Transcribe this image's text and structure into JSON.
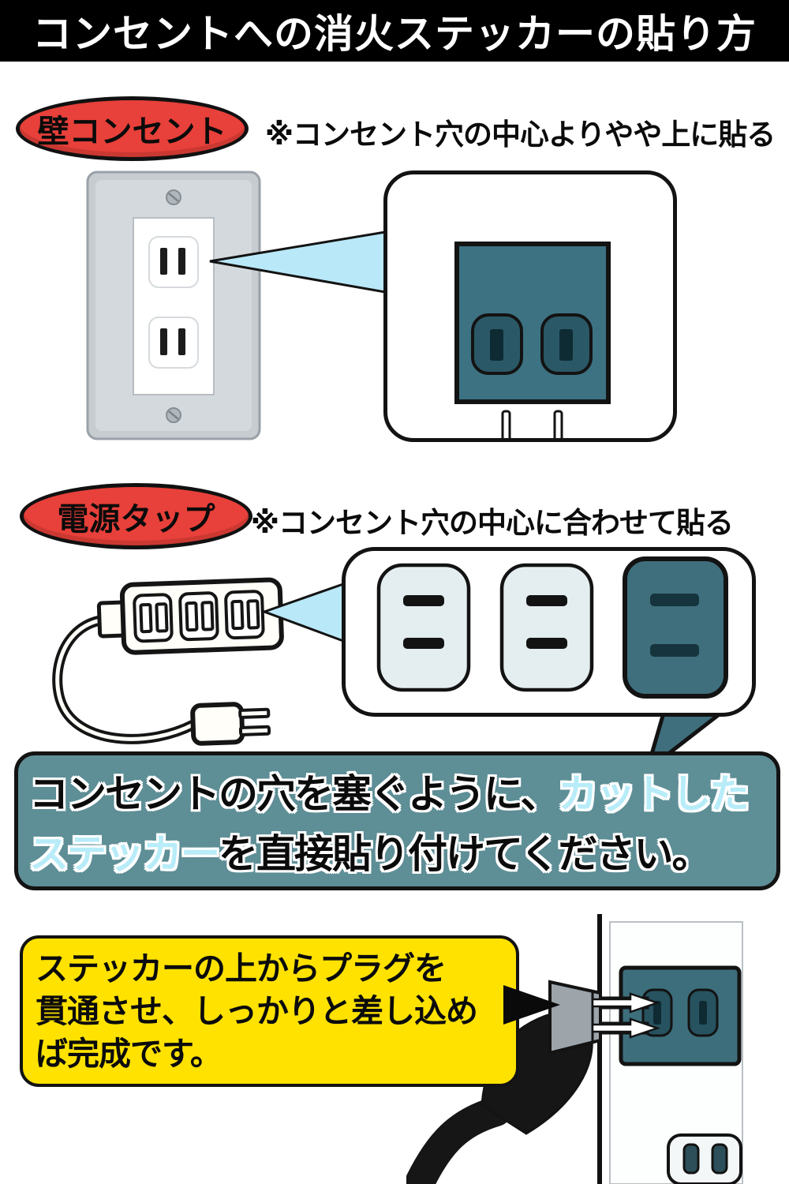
{
  "title": "コンセントへの消火ステッカーの貼り方",
  "sections": [
    {
      "badge": "壁コンセント",
      "note": "※コンセント穴の中心よりやや上に貼る"
    },
    {
      "badge": "電源タップ",
      "note": "※コンセント穴の中心に合わせて貼る"
    }
  ],
  "callout": {
    "line1_black": "コンセントの穴を塞ぐように、",
    "line1_highlight": "カットした",
    "line2_highlight": "ステッカー",
    "line2_black": "を直接貼り付けてください。"
  },
  "instruction": {
    "lines": [
      "ステッカーの上からプラグを",
      "貫通させ、しっかりと差し込め",
      "ば完成です。"
    ]
  },
  "icons": {
    "zoom_arrow": "magnifier-beam",
    "wall_outlet": "wall-outlet-illustration",
    "power_strip": "power-strip-illustration",
    "plug": "plug-insertion-illustration"
  },
  "colors": {
    "banner_bg": "#000000",
    "badge_red": "#e8403a",
    "zoom_arrow_blue": "#b9e8f8",
    "sticker_teal": "#3d7282",
    "callout_bg": "#5e8e96",
    "highlight_cyan": "#b7ecf8",
    "instruction_yellow": "#ffe200"
  }
}
